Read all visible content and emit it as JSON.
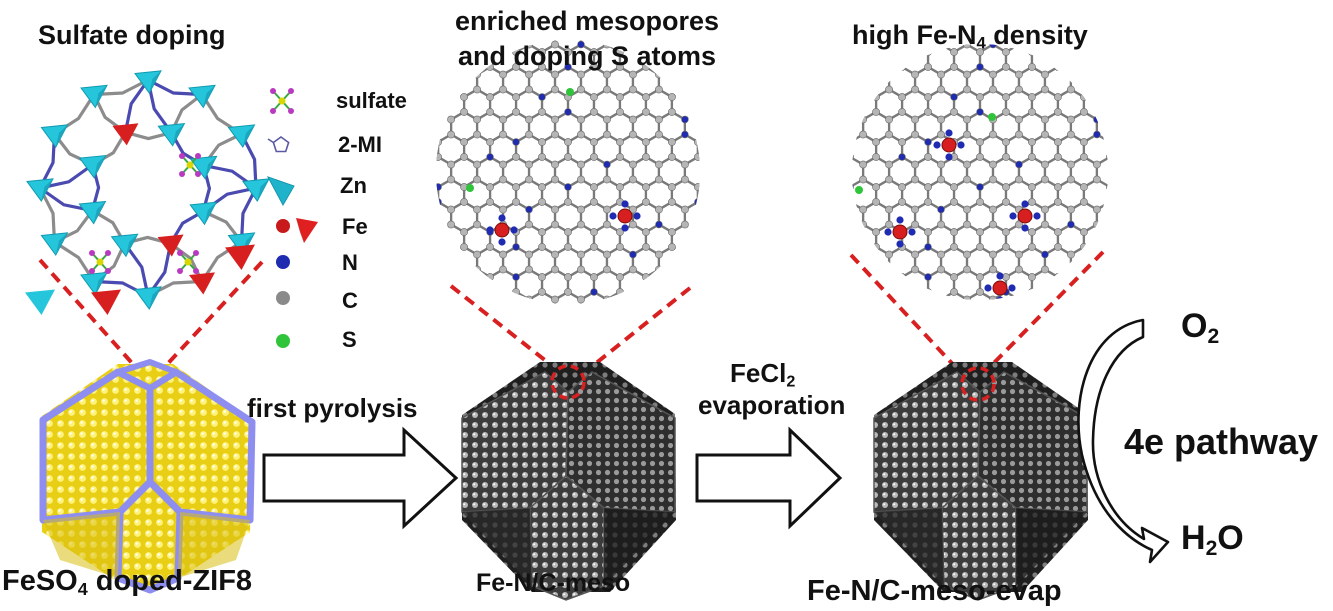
{
  "titles": {
    "sulfate_doping": "Sulfate doping",
    "mesopores_line1": "enriched mesopores",
    "mesopores_line2": "and doping S atoms",
    "fen4_main": "high Fe-N",
    "fen4_sub": "4",
    "fen4_tail": " density"
  },
  "legend": {
    "sulfate": "sulfate",
    "mi": "2-MI",
    "zn": "Zn",
    "fe": "Fe",
    "n": "N",
    "c": "C",
    "s": "S"
  },
  "arrows": {
    "first_pyrolysis": "first pyrolysis",
    "fecl_main": "FeCl",
    "fecl_sub": "2",
    "evaporation": "evaporation"
  },
  "reaction": {
    "o2_main": "O",
    "o2_sub": "2",
    "pathway": "4e pathway",
    "h2o_h": "H",
    "h2o_sub": "2",
    "h2o_o": "O"
  },
  "captions": {
    "zif8_a": "FeSO",
    "zif8_sub": "4",
    "zif8_b": " doped-ZIF8",
    "meso": "Fe-N/C-meso",
    "evap": "Fe-N/C-meso-evap"
  },
  "colors": {
    "zn": "#25c6dc",
    "fe": "#d81f1f",
    "n": "#1f2bb0",
    "c": "#8a8a8a",
    "s": "#2fc43a",
    "sulfate_o": "#b93ac0",
    "dash": "#d82020",
    "zif_face": "#f0d71a",
    "zif_edge": "#8e8ef0"
  }
}
